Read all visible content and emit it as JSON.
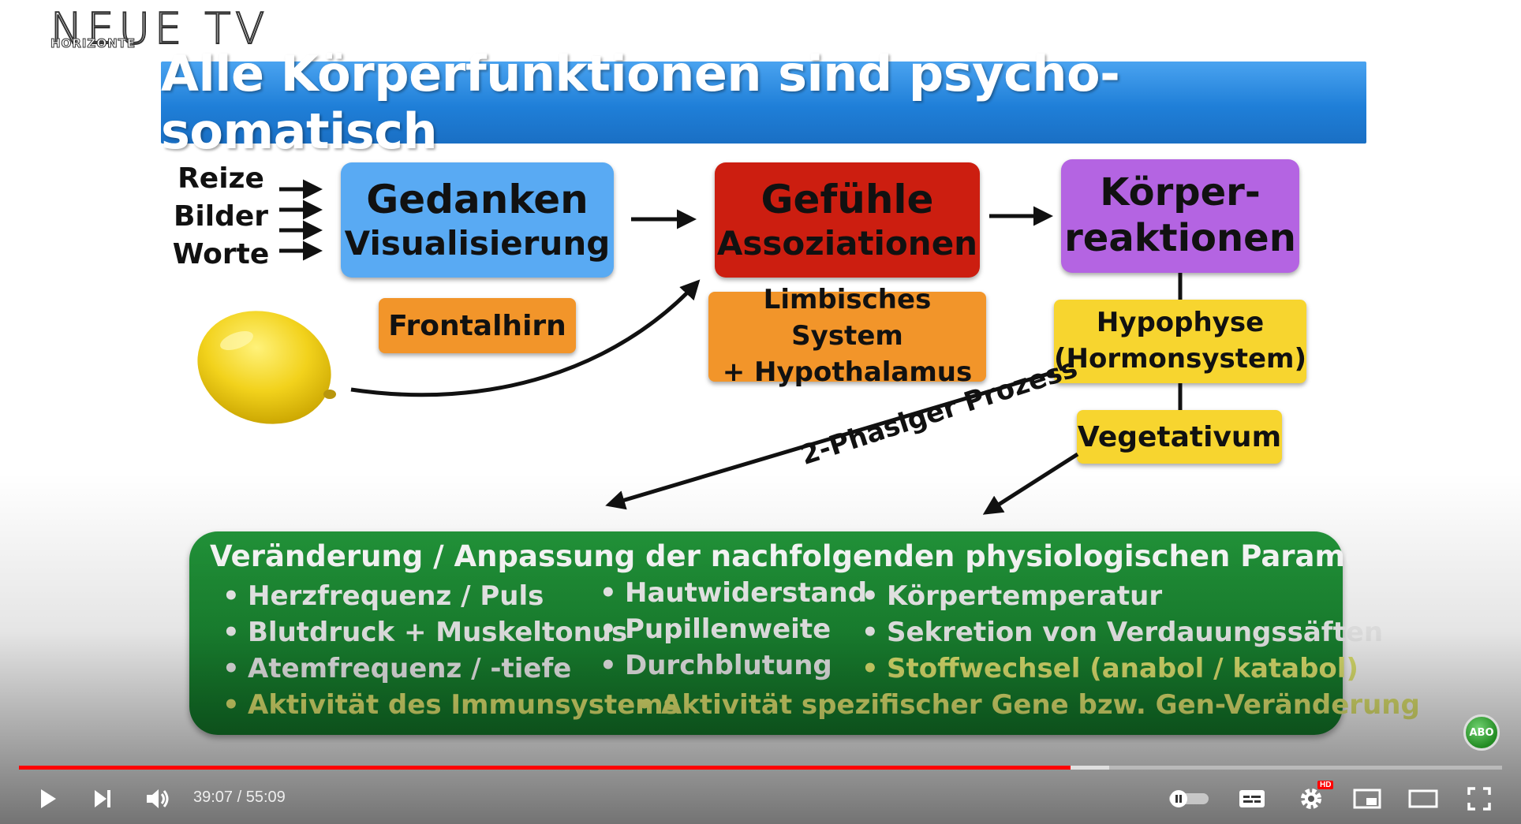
{
  "logo": {
    "main": "NEUE TV",
    "sub": "HORIZONTE"
  },
  "slide": {
    "title": "Alle Körperfunktionen sind psycho-somatisch",
    "stimuli": [
      "Reize",
      "Bilder",
      "Worte"
    ],
    "box_thoughts": {
      "line1": "Gedanken",
      "line2": "Visualisierung"
    },
    "box_feelings": {
      "line1": "Gefühle",
      "line2": "Assoziationen"
    },
    "box_body": {
      "line1": "Körper-",
      "line2": "reaktionen"
    },
    "frontal": "Frontalhirn",
    "limbic": {
      "line1": "Limbisches System",
      "line2": "+ Hypothalamus"
    },
    "pituitary": {
      "line1": "Hypophyse",
      "line2": "(Hormonsystem)"
    },
    "vegetative": "Vegetativum",
    "process_label": "2-Phasiger Prozess",
    "panel": {
      "heading": "Veränderung / Anpassung der nachfolgenden physiologischen Parameter:",
      "col1": [
        "Herzfrequenz / Puls",
        "Blutdruck + Muskeltonus",
        "Atemfrequenz / -tiefe"
      ],
      "col2": [
        "Hautwiderstand",
        "Pupillenweite",
        "Durchblutung"
      ],
      "col3": [
        "Körpertemperatur",
        "Sekretion von Verdauungssäften",
        "Stoffwechsel (anabol / katabol)"
      ],
      "bottom": [
        "Aktivität des Immunsystems",
        "Aktivität spezifischer Gene bzw. Gen-Veränderung"
      ],
      "bullet": "•"
    },
    "colors": {
      "blue_box": "#59aaf3",
      "red_box": "#cc1e10",
      "purple_box": "#b464e2",
      "orange_box": "#f2952a",
      "yellow_box": "#f7d52f",
      "green_panel": "#137a2a",
      "highlight_text": "#e6eb73"
    }
  },
  "overlay": {
    "subscribe_badge": "ABO"
  },
  "player": {
    "time_current": "39:07",
    "time_total": "55:09",
    "time_sep": " / ",
    "progress_played": 0.709,
    "progress_buffered": 0.735,
    "hd_badge": "HD",
    "icons": [
      "play-icon",
      "next-icon",
      "volume-icon",
      "autoplay-toggle-icon",
      "subtitles-icon",
      "settings-icon",
      "miniplayer-icon",
      "theater-icon",
      "fullscreen-icon"
    ],
    "progress_color": "#ff0000"
  }
}
